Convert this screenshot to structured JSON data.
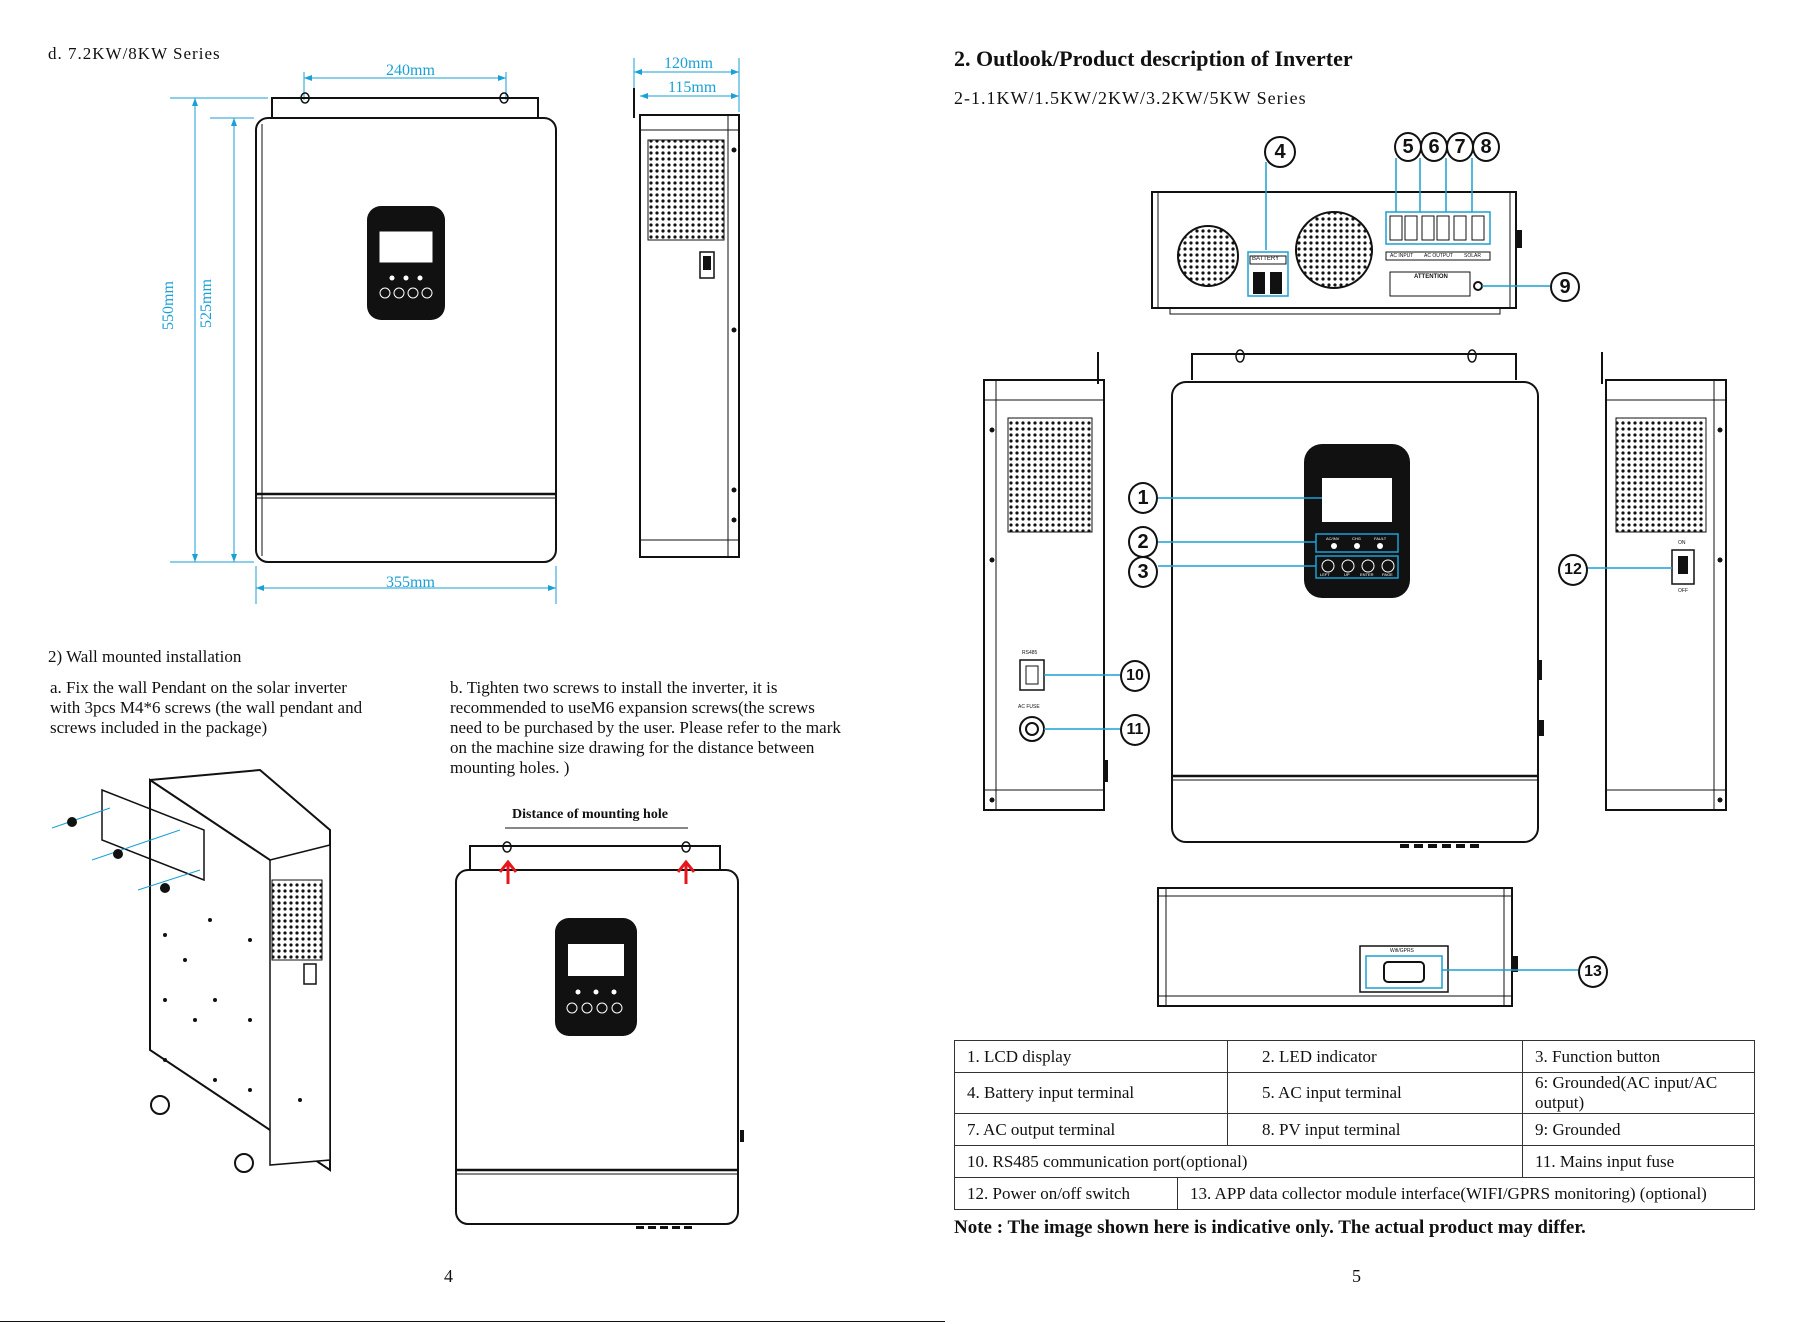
{
  "left": {
    "series_title": "d. 7.2KW/8KW Series",
    "dims": {
      "w240": "240mm",
      "w120": "120mm",
      "w115": "115mm",
      "h550": "550mm",
      "h525": "525mm",
      "w355": "355mm"
    },
    "install_heading": "2) Wall mounted installation",
    "step_a": "a. Fix the wall Pendant on the solar inverter with 3pcs  M4*6 screws (the wall pendant and screws included in the package)",
    "step_b": "b. Tighten two screws to install the inverter, it is recommended to useM6 expansion screws(the screws need to be purchased by the user. Please refer to the mark on the machine size drawing for the distance between mounting holes. )",
    "hole_label": "Distance of mounting hole",
    "page_number": "4"
  },
  "right": {
    "section_title": "2. Outlook/Product description of Inverter",
    "subtitle": "2-1.1KW/1.5KW/2KW/3.2KW/5KW  Series",
    "callouts": [
      "1",
      "2",
      "3",
      "4",
      "5",
      "6",
      "7",
      "8",
      "9",
      "10",
      "11",
      "12",
      "13"
    ],
    "labels": {
      "battery": "BATTERY",
      "ac_input": "AC INPUT",
      "ac_output": "AC OUTPUT",
      "solar": "SOLAR",
      "attention": "ATTENTION",
      "rs485": "RS485",
      "ac_fuse": "AC FUSE",
      "on": "ON",
      "off": "OFF",
      "wifi": "Wifi/GPRS",
      "btn_left": "LEFT",
      "btn_up": "UP",
      "btn_enter": "ENTER",
      "btn_page": "PAGE",
      "led_a": "AC/INV",
      "led_b": "CHG",
      "led_c": "FAULT"
    },
    "table": [
      [
        "1.  LCD display",
        "2. LED indicator",
        "3.  Function button"
      ],
      [
        "4.  Battery input terminal",
        "5.  AC input terminal",
        "6: Grounded(AC input/AC output)"
      ],
      [
        "7.  AC output terminal",
        "8.  PV input terminal",
        "9: Grounded"
      ],
      [
        "10. RS485 communication port(optional)",
        "11. Mains input fuse"
      ],
      [
        "12.  Power on/off switch",
        "13. APP data collector module interface(WIFI/GPRS monitoring) (optional)"
      ]
    ],
    "note": "Note : The image shown here is indicative only. The actual product may differ.",
    "page_number": "5"
  },
  "colors": {
    "dimension": "#1a9fd6",
    "arrow": "#e8161c",
    "ink": "#111111"
  }
}
